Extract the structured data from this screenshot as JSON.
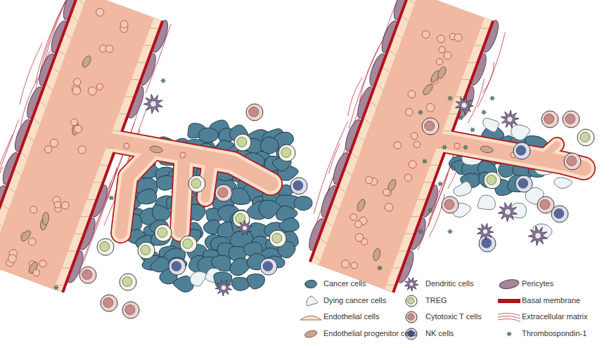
{
  "diagram": {
    "legend": [
      {
        "text": "Cancer cells"
      },
      {
        "text": "Dendritic cells"
      },
      {
        "text": "Pericytes"
      },
      {
        "text": "Dying cancer cells"
      },
      {
        "text": "TREG"
      },
      {
        "text": "Basal membrane"
      },
      {
        "text": "Endothelial cells"
      },
      {
        "text": "Cytotoxic T cells"
      },
      {
        "text": "Extracellular matrix"
      },
      {
        "text": "Endothelial progenitor cells"
      },
      {
        "text": "NK cells"
      },
      {
        "text": "Thrombospondin-1"
      }
    ]
  }
}
